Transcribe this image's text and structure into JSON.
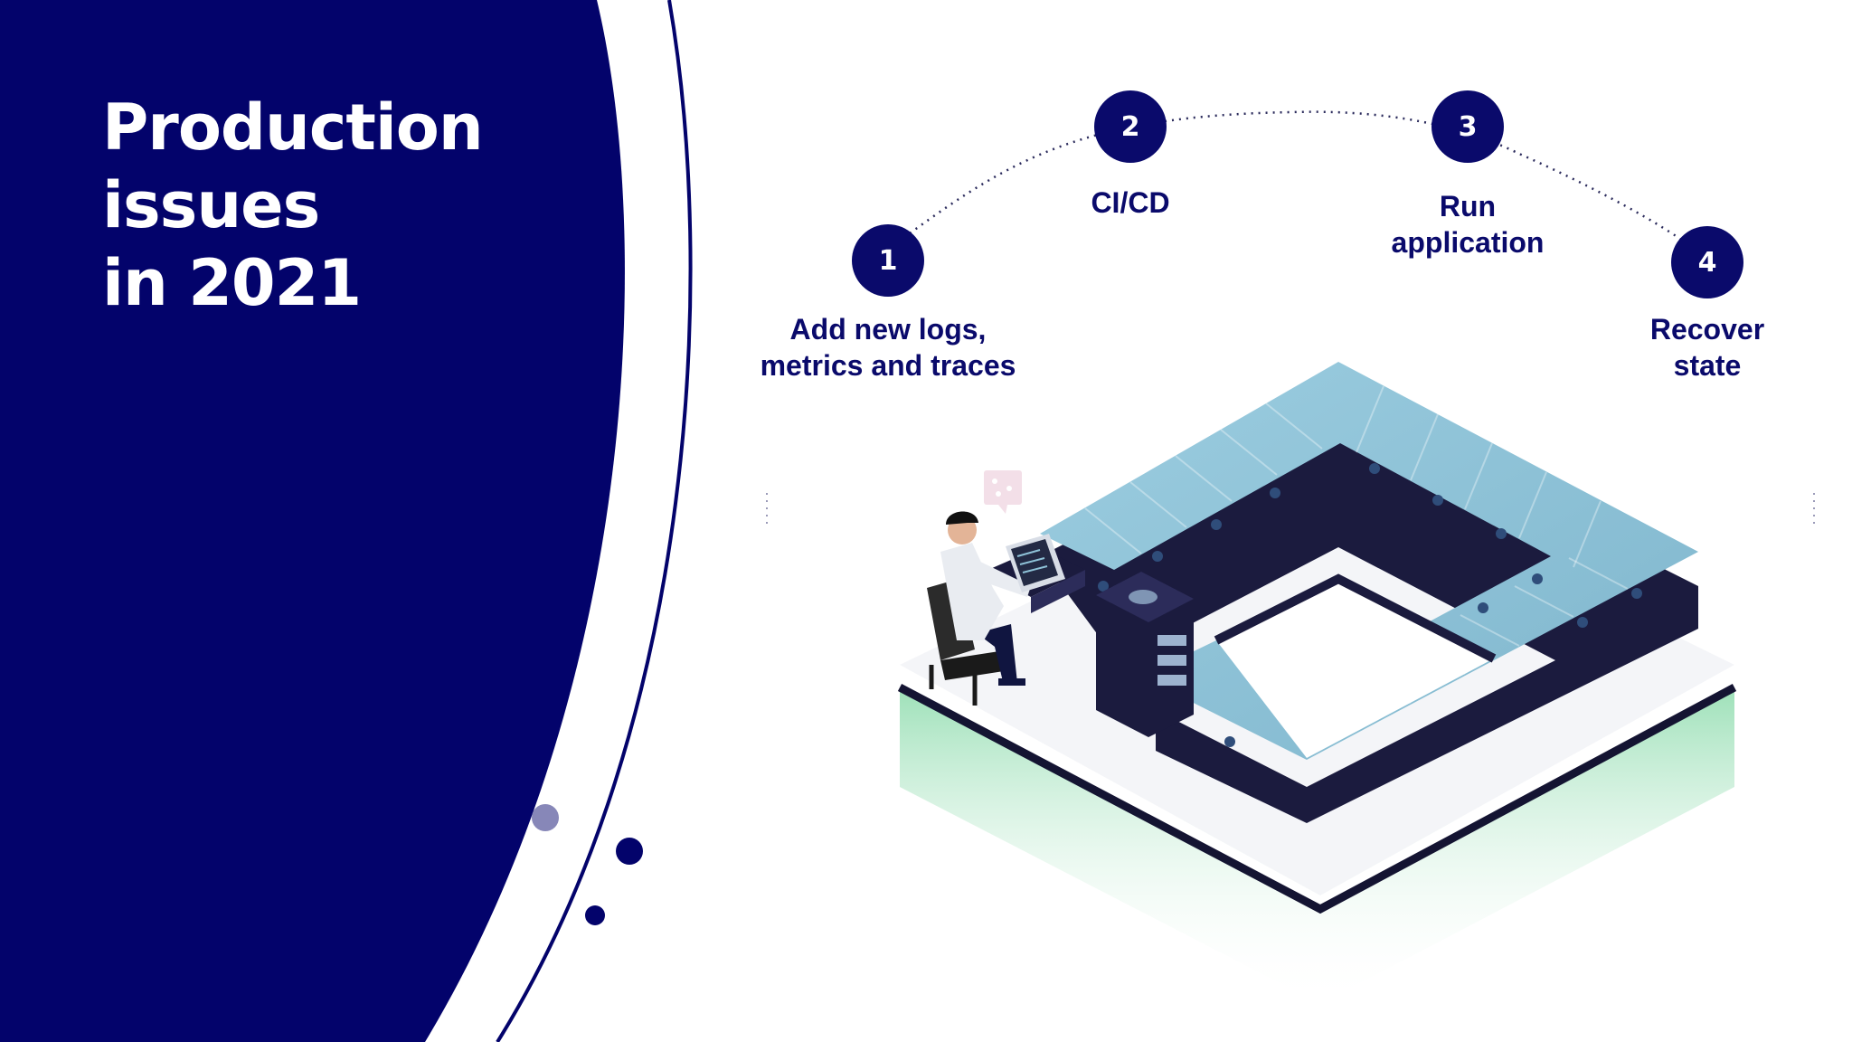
{
  "slide": {
    "title_lines": [
      "Production",
      "issues",
      "in 2021"
    ]
  },
  "steps": [
    {
      "number": "1",
      "label_lines": [
        "Add new logs,",
        "metrics and traces"
      ]
    },
    {
      "number": "2",
      "label_lines": [
        "CI/CD"
      ]
    },
    {
      "number": "3",
      "label_lines": [
        "Run",
        "application"
      ]
    },
    {
      "number": "4",
      "label_lines": [
        "Recover",
        "state"
      ]
    }
  ],
  "colors": {
    "navy": "#03036b",
    "step_fill": "#0a0a6b",
    "conveyor": "#8fc3d8",
    "dark": "#1b1b3e",
    "platform_glow": "#8fdcae",
    "accent_dot": "#8787b8"
  },
  "illustration": "developer-at-conveyor-loop"
}
